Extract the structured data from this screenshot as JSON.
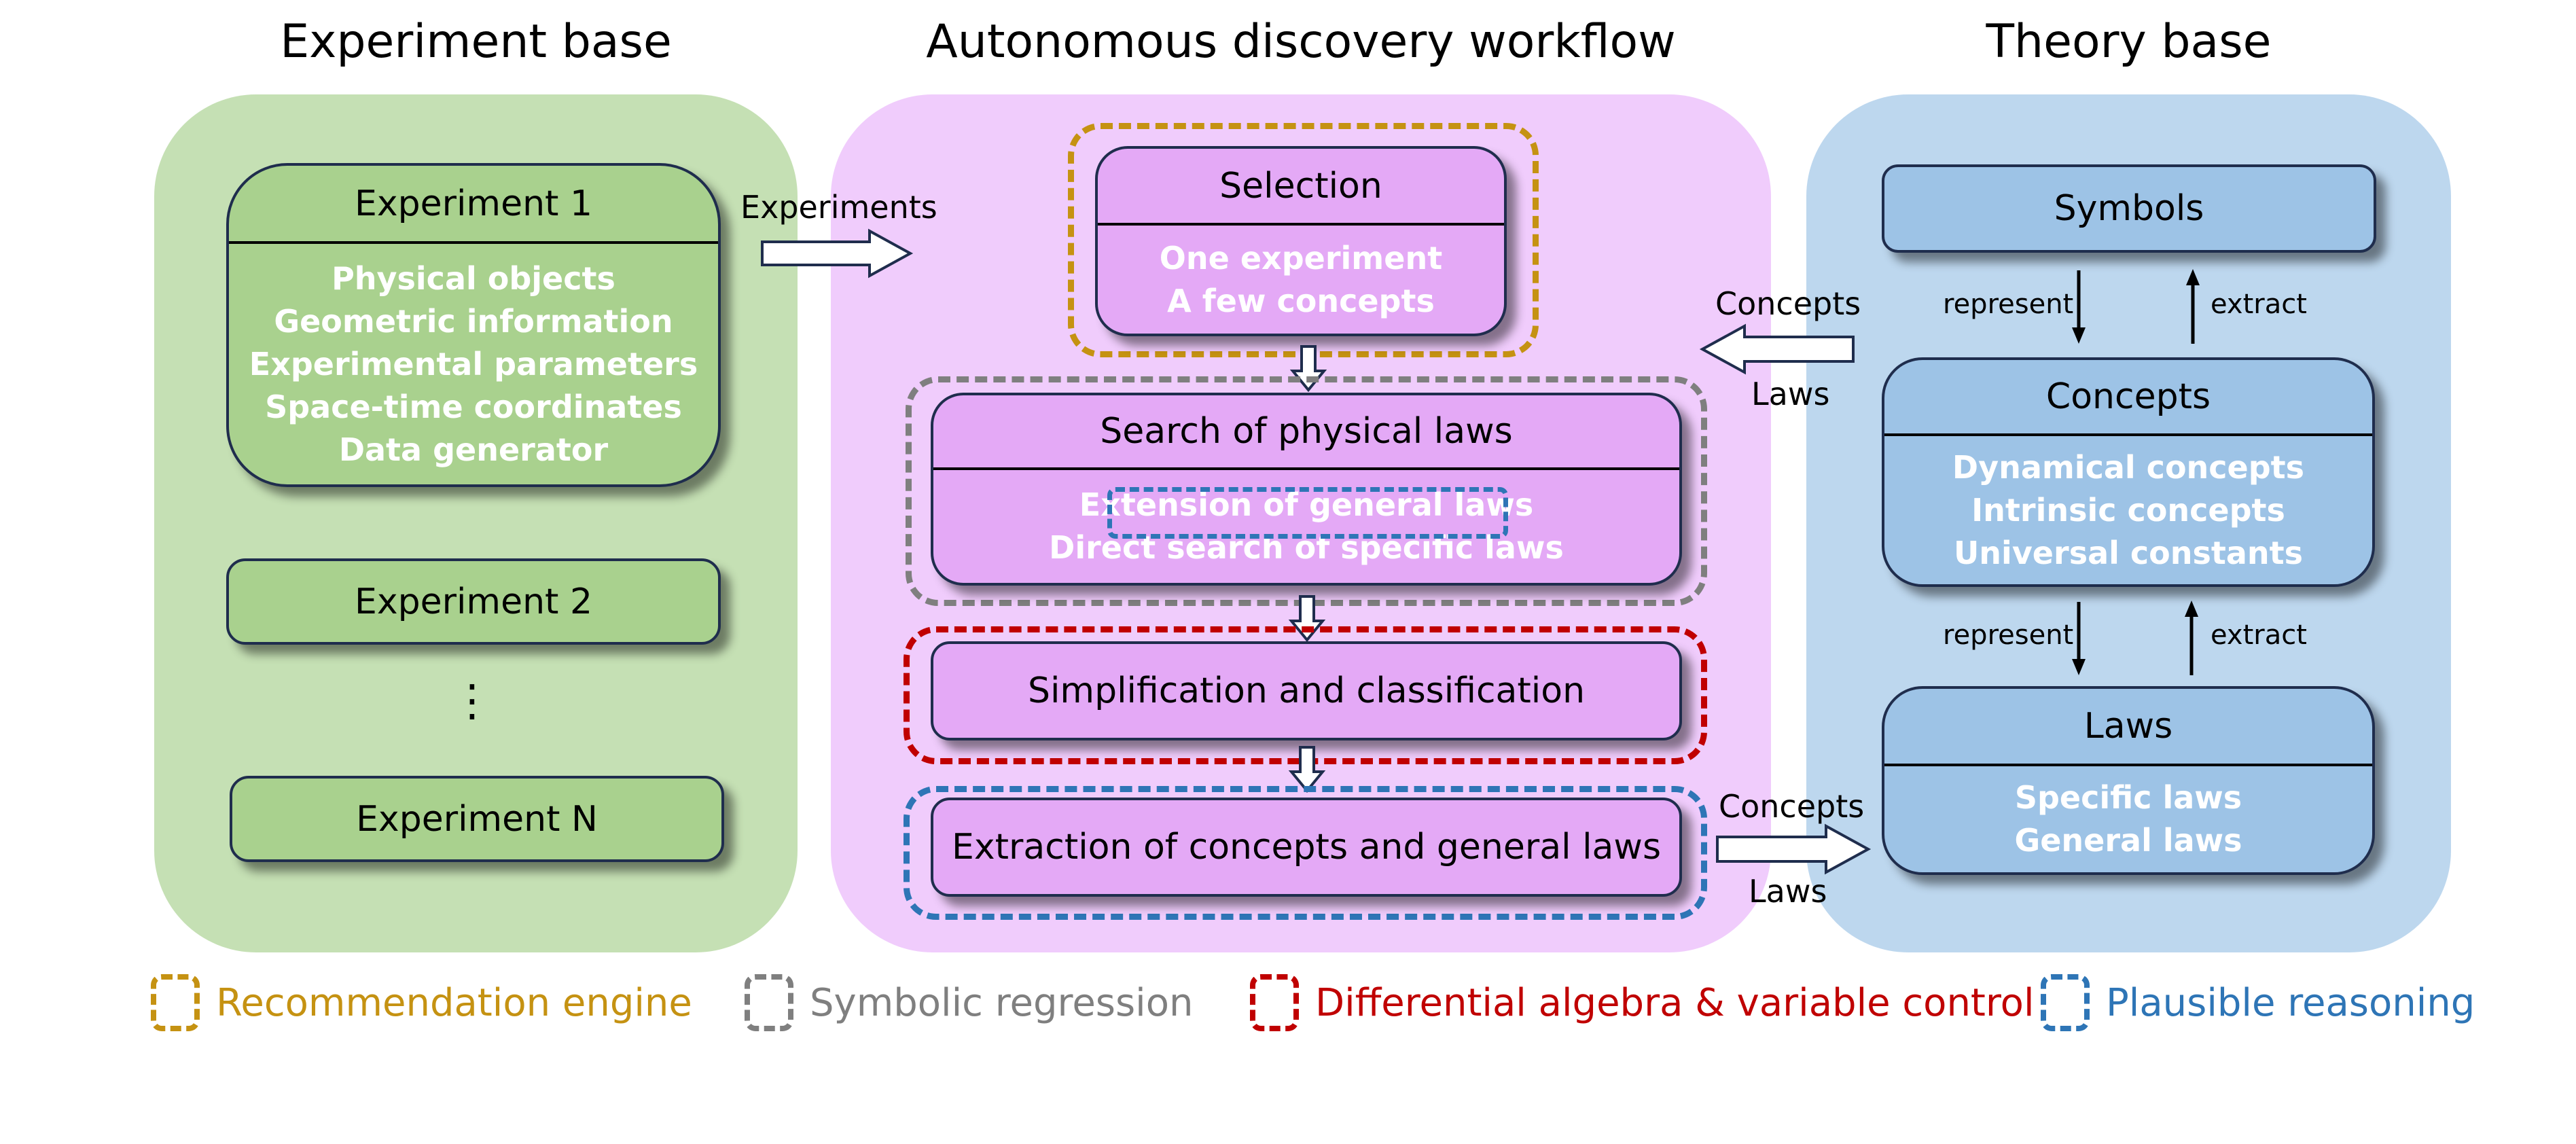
{
  "columns": {
    "experiment_base": {
      "title": "Experiment base",
      "experiment1": {
        "title": "Experiment 1",
        "items": [
          "Physical objects",
          "Geometric information",
          "Experimental parameters",
          "Space-time coordinates",
          "Data generator"
        ]
      },
      "experiment2": {
        "title": "Experiment 2"
      },
      "ellipsis": "⋮",
      "experimentN": {
        "title": "Experiment N"
      }
    },
    "workflow": {
      "title": "Autonomous discovery workflow",
      "selection": {
        "title": "Selection",
        "items": [
          "One experiment",
          "A few concepts"
        ]
      },
      "search": {
        "title": "Search of physical laws",
        "items": [
          "Extension of general laws",
          "Direct search of specific laws"
        ]
      },
      "simplification": {
        "title": "Simplification and classification"
      },
      "extraction": {
        "title": "Extraction of concepts and general laws"
      }
    },
    "theory_base": {
      "title": "Theory base",
      "symbols": {
        "title": "Symbols"
      },
      "concepts": {
        "title": "Concepts",
        "items": [
          "Dynamical concepts",
          "Intrinsic concepts",
          "Universal constants"
        ]
      },
      "laws": {
        "title": "Laws",
        "items": [
          "Specific laws",
          "General laws"
        ]
      },
      "represent_label": "represent",
      "extract_label": "extract"
    }
  },
  "flows": {
    "experiments_arrow_label": "Experiments",
    "theory_to_workflow": {
      "top": "Concepts",
      "bottom": "Laws"
    },
    "workflow_to_theory": {
      "top": "Concepts",
      "bottom": "Laws"
    }
  },
  "legend": [
    {
      "label": "Recommendation engine",
      "color": "#c59212"
    },
    {
      "label": "Symbolic regression",
      "color": "#7f7f7f"
    },
    {
      "label": "Differential algebra & variable control",
      "color": "#c00000"
    },
    {
      "label": "Plausible reasoning",
      "color": "#2e75b6"
    }
  ],
  "colors": {
    "experiment_panel": "#c5e0b4",
    "workflow_panel": "#f0ccfc",
    "theory_panel": "#bdd7ee"
  }
}
